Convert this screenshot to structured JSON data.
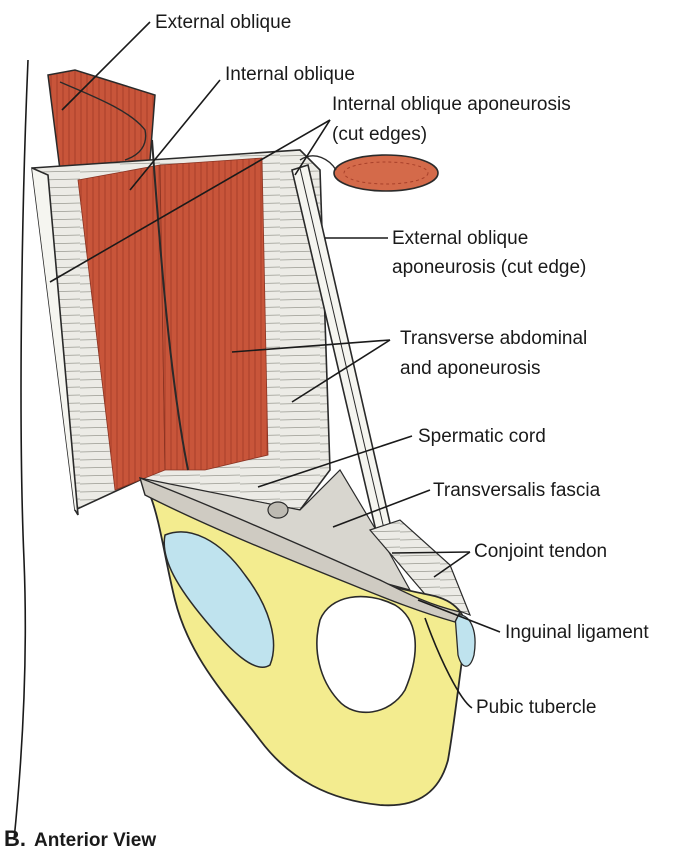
{
  "labels": {
    "external_oblique": "External oblique",
    "internal_oblique": "Internal oblique",
    "internal_oblique_aponeurosis_line1": "Internal oblique aponeurosis",
    "internal_oblique_aponeurosis_line2": "(cut edges)",
    "external_oblique_aponeurosis_line1": "External oblique",
    "external_oblique_aponeurosis_line2": "aponeurosis (cut edge)",
    "transverse_abdominal_line1": "Transverse abdominal",
    "transverse_abdominal_line2": "and aponeurosis",
    "spermatic_cord": "Spermatic cord",
    "transversalis_fascia": "Transversalis fascia",
    "conjoint_tendon": "Conjoint tendon",
    "inguinal_ligament": "Inguinal ligament",
    "pubic_tubercle": "Pubic tubercle"
  },
  "caption": {
    "letter": "B.",
    "text": "Anterior View"
  },
  "colors": {
    "muscle": "#c8553a",
    "muscle_dark": "#a8402a",
    "aponeurosis": "#ecebe6",
    "bone": "#f3ec8f",
    "cartilage": "#bfe3ee",
    "outline": "#2a2a2a"
  }
}
